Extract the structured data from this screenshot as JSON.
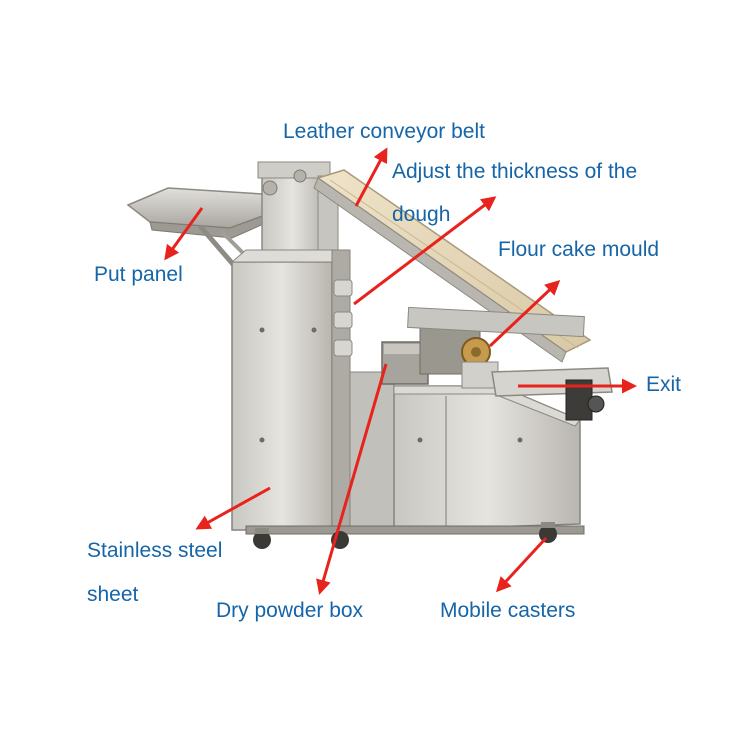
{
  "labels": {
    "leather_conveyor_belt": "Leather conveyor belt",
    "adjust_thickness_line1": "Adjust the thickness of the",
    "adjust_thickness_line2": "dough",
    "flour_cake_mould": "Flour cake mould",
    "put_panel": "Put panel",
    "exit": "Exit",
    "stainless_steel_line1": "Stainless steel",
    "stainless_steel_line2": "sheet",
    "dry_powder_box": "Dry powder box",
    "mobile_casters": "Mobile casters"
  },
  "colors": {
    "label_text": "#1565a8",
    "arrow": "#e8231e",
    "steel_light": "#d9d7d2",
    "steel_mid": "#b3b0aa",
    "steel_dark": "#7d7a74",
    "belt": "#e9dcc0",
    "background": "#ffffff"
  }
}
